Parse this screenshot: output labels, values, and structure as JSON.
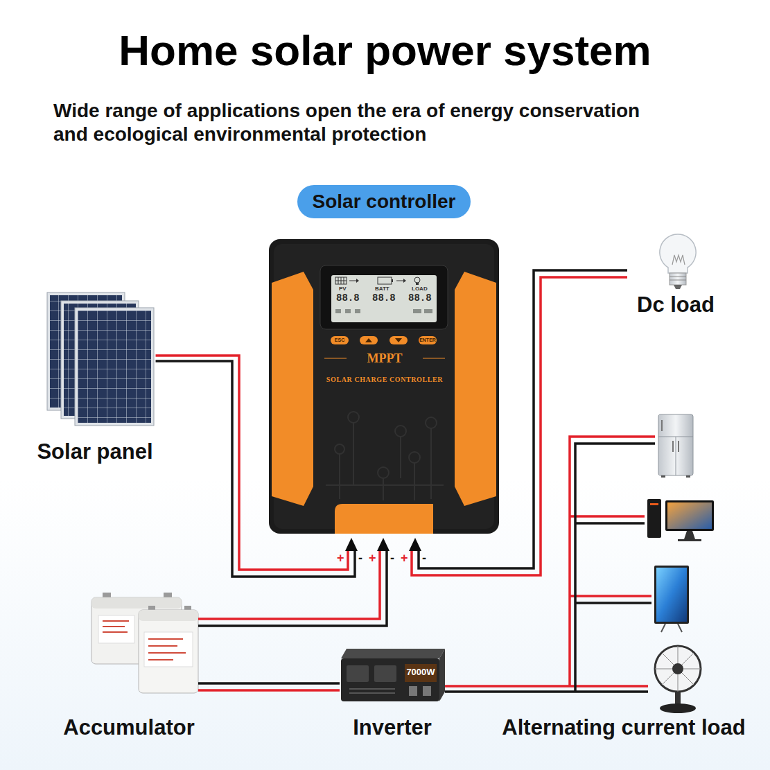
{
  "diagram": {
    "title": "Home solar power system",
    "nodes": [
      {
        "text": [
          "Solar controller"
        ]
      },
      {
        "text": [
          "Dc load"
        ]
      },
      {
        "text": [
          "Solar panel"
        ]
      },
      {
        "text": [
          "Accumulator"
        ]
      },
      {
        "text": [
          "Inverter"
        ]
      },
      {
        "text": [
          "Alternating current load"
        ]
      }
    ],
    "edges": [
      {
        "from": 2,
        "to": 0,
        "arrow": "none"
      },
      {
        "from": 0,
        "to": 1,
        "arrow": "none"
      },
      {
        "from": 0,
        "to": 3,
        "arrow": "none"
      },
      {
        "from": 3,
        "to": 4,
        "arrow": "none"
      },
      {
        "from": 4,
        "to": 5,
        "arrow": "none"
      }
    ],
    "labels": [
      "Wide range of applications open the era of energy conservation and ecological environmental protection",
      "PV",
      "BATT",
      "LOAD",
      "88.8",
      "88.8",
      "88.8",
      "ESC",
      "ENTER",
      "MPPT",
      "SOLAR CHARGE CONTROLLER",
      "+",
      "-",
      "+",
      "-",
      "+",
      "-",
      "7000W"
    ]
  }
}
